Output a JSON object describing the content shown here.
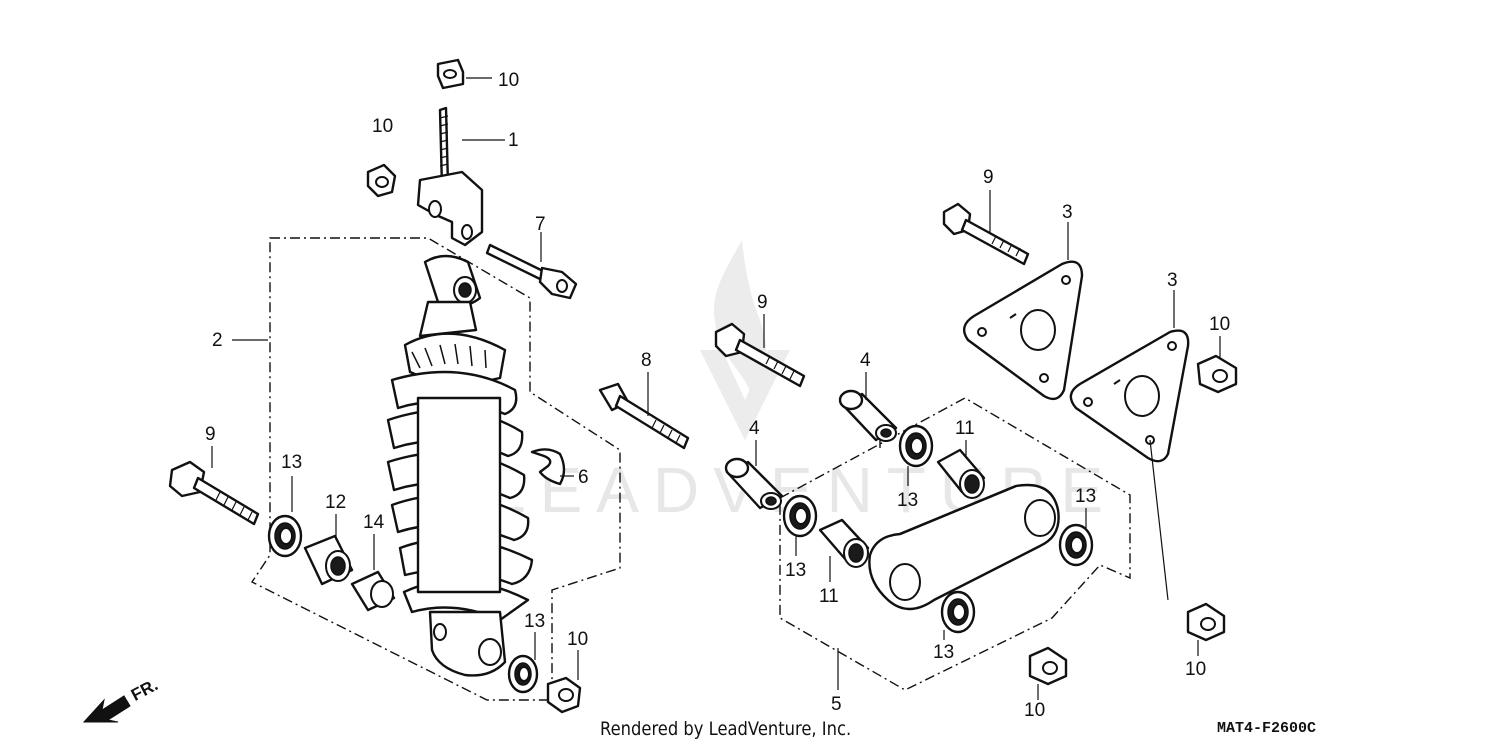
{
  "diagram": {
    "watermark_text": "LEADVENTURE",
    "credit_text": "Rendered by LeadVenture, Inc.",
    "diagram_code": "MAT4-F2600C",
    "front_arrow_label": "FR.",
    "callouts": [
      {
        "id": "c10-top",
        "label": "10"
      },
      {
        "id": "c1",
        "label": "1"
      },
      {
        "id": "c10-upper-left",
        "label": "10"
      },
      {
        "id": "c7",
        "label": "7"
      },
      {
        "id": "c2",
        "label": "2"
      },
      {
        "id": "c9-left",
        "label": "9"
      },
      {
        "id": "c13-left",
        "label": "13"
      },
      {
        "id": "c12",
        "label": "12"
      },
      {
        "id": "c14",
        "label": "14"
      },
      {
        "id": "c6",
        "label": "6"
      },
      {
        "id": "c13-shock-bottom",
        "label": "13"
      },
      {
        "id": "c10-shock-bottom",
        "label": "10"
      },
      {
        "id": "c8",
        "label": "8"
      },
      {
        "id": "c9-mid",
        "label": "9"
      },
      {
        "id": "c4-upper",
        "label": "4"
      },
      {
        "id": "c4-lower",
        "label": "4"
      },
      {
        "id": "c9-right",
        "label": "9"
      },
      {
        "id": "c3-left",
        "label": "3"
      },
      {
        "id": "c3-right",
        "label": "3"
      },
      {
        "id": "c10-right-upper",
        "label": "10"
      },
      {
        "id": "c11-upper",
        "label": "11"
      },
      {
        "id": "c13-mid-upper",
        "label": "13"
      },
      {
        "id": "c13-right",
        "label": "13"
      },
      {
        "id": "c13-mid-left",
        "label": "13"
      },
      {
        "id": "c11-lower",
        "label": "11"
      },
      {
        "id": "c13-bottom-link",
        "label": "13"
      },
      {
        "id": "c5",
        "label": "5"
      },
      {
        "id": "c10-bottom-mid",
        "label": "10"
      },
      {
        "id": "c10-right-lower",
        "label": "10"
      }
    ]
  }
}
